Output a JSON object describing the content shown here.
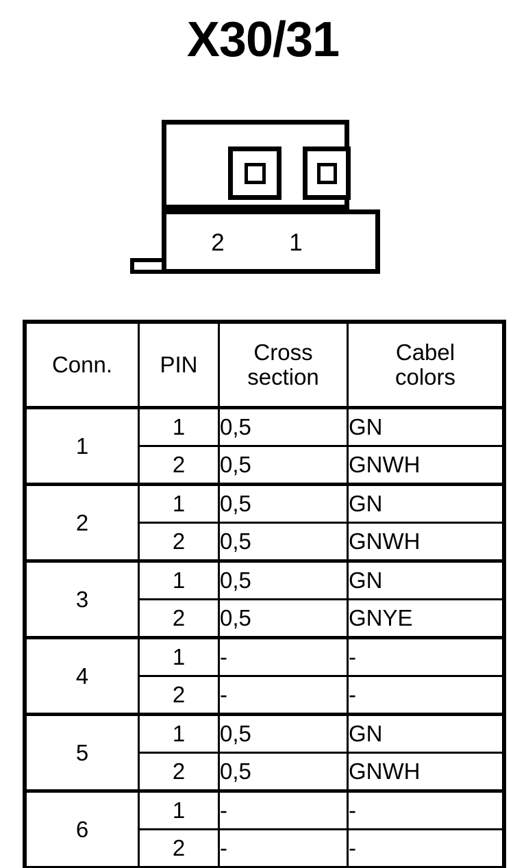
{
  "title": "X30/31",
  "connector_diagram": {
    "name": "connector-pin-layout",
    "pin_labels": [
      "2",
      "1"
    ],
    "pin_count": 2
  },
  "table": {
    "headers": {
      "conn": "Conn.",
      "pin": "PIN",
      "cross_section_line1": "Cross",
      "cross_section_line2": "section",
      "cabel_colors_line1": "Cabel",
      "cabel_colors_line2": "colors"
    },
    "rows": [
      {
        "conn": "1",
        "pin": "1",
        "cross_section": "0,5",
        "color": "GN"
      },
      {
        "conn": "",
        "pin": "2",
        "cross_section": "0,5",
        "color": "GNWH"
      },
      {
        "conn": "2",
        "pin": "1",
        "cross_section": "0,5",
        "color": "GN"
      },
      {
        "conn": "",
        "pin": "2",
        "cross_section": "0,5",
        "color": "GNWH"
      },
      {
        "conn": "3",
        "pin": "1",
        "cross_section": "0,5",
        "color": "GN"
      },
      {
        "conn": "",
        "pin": "2",
        "cross_section": "0,5",
        "color": "GNYE"
      },
      {
        "conn": "4",
        "pin": "1",
        "cross_section": "-",
        "color": "-"
      },
      {
        "conn": "",
        "pin": "2",
        "cross_section": "-",
        "color": "-"
      },
      {
        "conn": "5",
        "pin": "1",
        "cross_section": "0,5",
        "color": "GN"
      },
      {
        "conn": "",
        "pin": "2",
        "cross_section": "0,5",
        "color": "GNWH"
      },
      {
        "conn": "6",
        "pin": "1",
        "cross_section": "-",
        "color": "-"
      },
      {
        "conn": "",
        "pin": "2",
        "cross_section": "-",
        "color": "-"
      }
    ]
  },
  "colors": {
    "ink": "#000000",
    "background": "#ffffff"
  }
}
